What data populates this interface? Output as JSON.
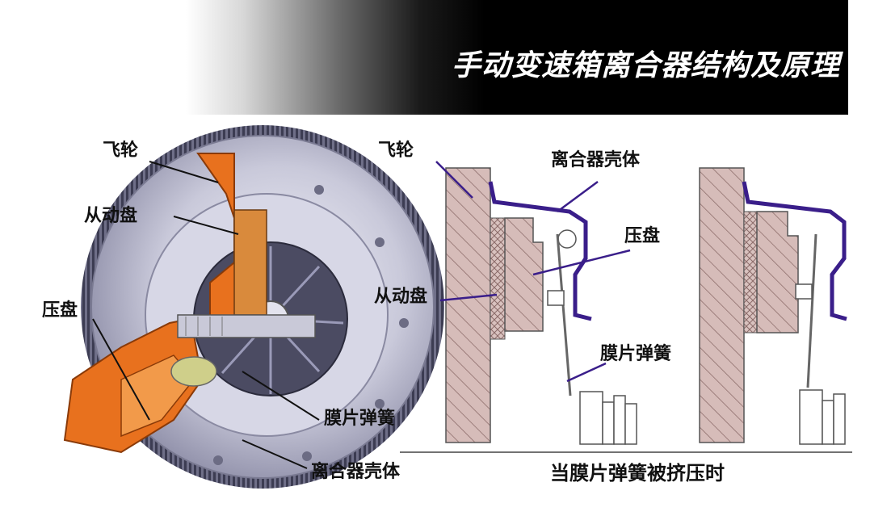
{
  "title": "手动变速箱离合器结构及原理",
  "left_labels": {
    "flywheel": "飞轮",
    "driven_disc": "从动盘",
    "pressure_plate": "压盘",
    "diaphragm_spring": "膜片弹簧",
    "clutch_cover": "离合器壳体"
  },
  "right_labels": {
    "flywheel": "飞轮",
    "clutch_cover": "离合器壳体",
    "pressure_plate": "压盘",
    "driven_disc": "从动盘",
    "diaphragm_spring": "膜片弹簧"
  },
  "caption": "当膜片弹簧被挤压时",
  "colors": {
    "orange": "#e8711e",
    "cover": "#3a1e8a",
    "hatch": "#c8a7a4",
    "steel": "#b8b8cc",
    "banner": "#000000",
    "text": "#111111"
  }
}
